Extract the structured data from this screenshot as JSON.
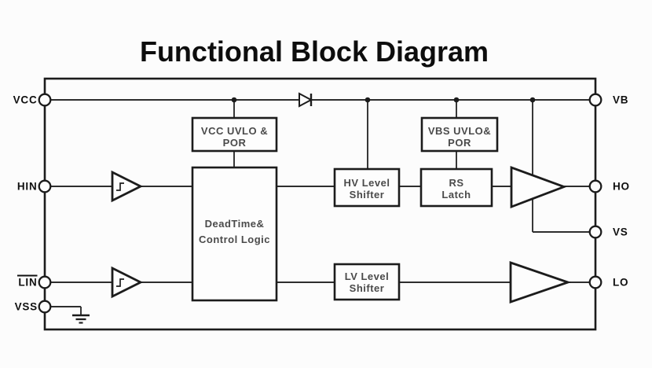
{
  "title": "Functional Block Diagram",
  "pins": {
    "vcc": {
      "label": "VCC"
    },
    "hin": {
      "label": "HIN"
    },
    "lin": {
      "label": "LIN",
      "overline": true
    },
    "vss": {
      "label": "VSS"
    },
    "vb": {
      "label": "VB"
    },
    "ho": {
      "label": "HO"
    },
    "vs": {
      "label": "VS"
    },
    "lo": {
      "label": "LO"
    }
  },
  "blocks": {
    "vcc_uvlo": {
      "line1": "VCC UVLO &",
      "line2": "POR"
    },
    "vbs_uvlo": {
      "line1": "VBS UVLO&",
      "line2": "POR"
    },
    "deadtime": {
      "line1": "DeadTime&",
      "line2": "Control Logic"
    },
    "hv_shifter": {
      "line1": "HV Level",
      "line2": "Shifter"
    },
    "rs_latch": {
      "line1": "RS",
      "line2": "Latch"
    },
    "lv_shifter": {
      "line1": "LV Level",
      "line2": "Shifter"
    }
  },
  "symbols": {
    "input_buffers": "schmitt-trigger-buffer",
    "output_drivers": "driver-amplifier",
    "diode": "bootstrap-diode",
    "ground": "earth-ground"
  },
  "colors": {
    "line": "#1c1c1c",
    "wire": "#2e2e2e",
    "block_text": "#4a4a4a",
    "pin_text": "#101010",
    "background": "#fcfcfc"
  }
}
